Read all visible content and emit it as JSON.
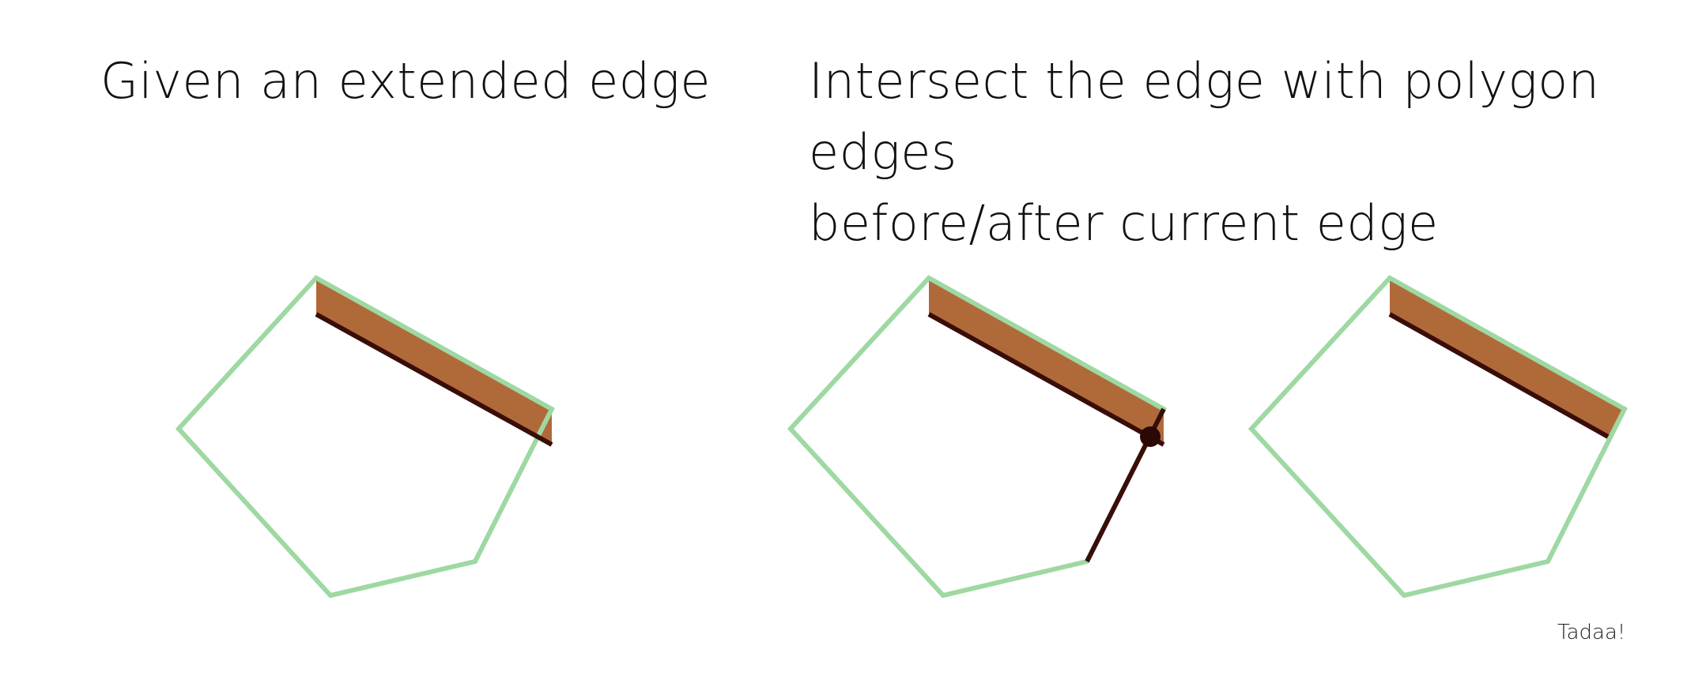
{
  "titles": {
    "left": "Given an extended edge",
    "right_line1": "Intersect the edge with polygon edges",
    "right_line2": "before/after current edge"
  },
  "caption": "Tadaa!",
  "colors": {
    "polygon_outline": "#9ed8a3",
    "extended_band": "#b06a3a",
    "edge_line": "#3a0e08",
    "background": "#ffffff"
  }
}
